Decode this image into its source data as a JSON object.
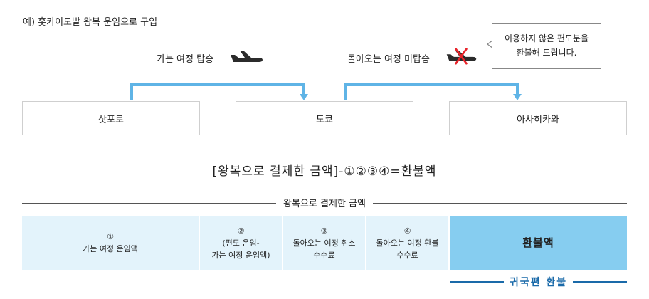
{
  "example_title": "예) 홋카이도발 왕복 운임으로 구입",
  "legs": {
    "outbound_label": "가는 여정 탑승",
    "return_label": "돌아오는 여정 미탑승"
  },
  "tooltip": {
    "line1": "이용하지 않은 편도분을",
    "line2": "환불해 드립니다."
  },
  "cities": [
    "삿포로",
    "도쿄",
    "아사히카와"
  ],
  "formula": "[왕복으로 결제한 금액]-①②③④=환불액",
  "paid_label": "왕복으로 결제한 금액",
  "breakdown": [
    {
      "num": "①",
      "line1": "가는 여정 운임액",
      "line2": ""
    },
    {
      "num": "②",
      "line1": "(편도 운임-",
      "line2": "가는 여정 운임액)"
    },
    {
      "num": "③",
      "line1": "돌아오는 여정 취소",
      "line2": "수수료"
    },
    {
      "num": "④",
      "line1": "돌아오는 여정 환불",
      "line2": "수수료"
    }
  ],
  "result_label": "환불액",
  "refund_label": "귀국편 환불",
  "colors": {
    "arrow": "#5fb4e6",
    "cell_bg": "#e3f3fb",
    "result_bg": "#86cdf0",
    "refund_text": "#1a6aa9",
    "cross": "#e8232a",
    "plane": "#2b2b2b"
  }
}
